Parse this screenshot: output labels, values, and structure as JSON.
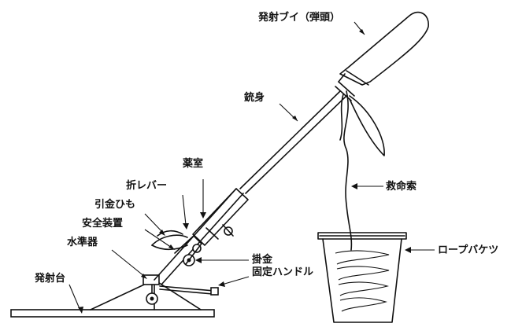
{
  "labels": {
    "buoy": "発射ブイ（弾頭）",
    "barrel": "銃身",
    "chamber": "薬室",
    "fold_lever": "折レバー",
    "pull_cord": "引金ひも",
    "safety": "安全装置",
    "level": "水準器",
    "base": "発射台",
    "hook": "掛金",
    "handle": "固定ハンドル",
    "lifeline": "救命索",
    "rope_bucket": "ロープバケツ"
  },
  "colors": {
    "ink": "#111111",
    "paper": "#ffffff"
  }
}
